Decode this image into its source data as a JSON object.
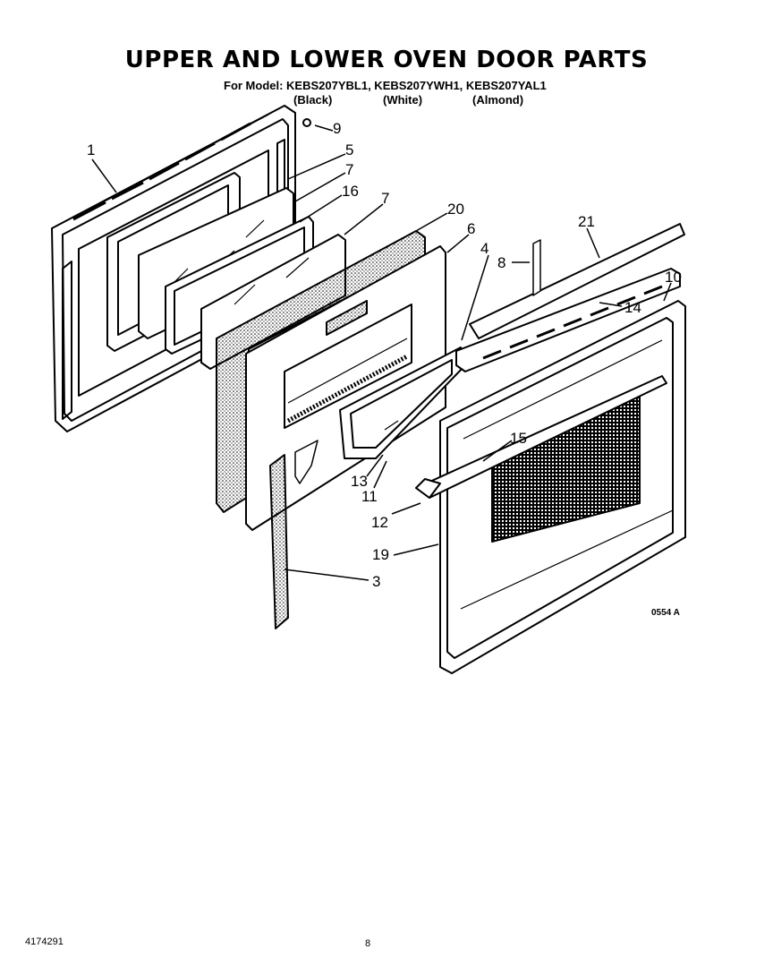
{
  "title": "UPPER AND LOWER OVEN DOOR PARTS",
  "model_line": "For Model: KEBS207YBL1, KEBS207YWH1, KEBS207YAL1",
  "colors": [
    "(Black)",
    "(White)",
    "(Almond)"
  ],
  "callouts": {
    "c1": "1",
    "c3": "3",
    "c4": "4",
    "c5": "5",
    "c6": "6",
    "c7a": "7",
    "c7b": "7",
    "c8": "8",
    "c9": "9",
    "c10": "10",
    "c11": "11",
    "c12": "12",
    "c13": "13",
    "c14": "14",
    "c15": "15",
    "c16": "16",
    "c19": "19",
    "c20": "20",
    "c21": "21"
  },
  "figure_code": "0554 A",
  "document_number": "4174291",
  "page_number": "8"
}
